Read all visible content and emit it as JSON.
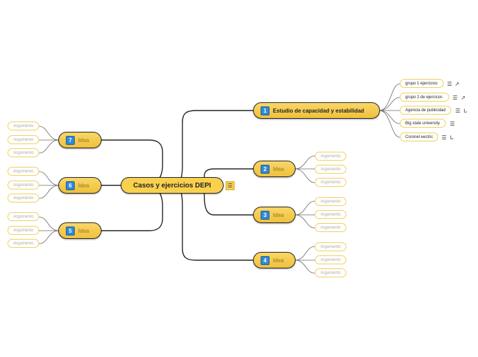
{
  "central": {
    "title": "Casos y ejercicios DEPI",
    "icon": "notes-icon"
  },
  "main_topics": [
    {
      "num": "1",
      "label": "Estudio de capacidad y estabilidad",
      "children": [
        {
          "label": "grupo 1 ejercicios",
          "icons": [
            "notes-icon",
            "external-link-icon"
          ]
        },
        {
          "label": "grupo 2 de ejercicos",
          "icons": [
            "notes-icon",
            "external-link-icon"
          ]
        },
        {
          "label": "Agencia de publicidad",
          "icons": [
            "notes-icon",
            "attachment-icon"
          ]
        },
        {
          "label": "Big state university",
          "icons": [
            "notes-icon"
          ]
        },
        {
          "label": "Coronel eectric",
          "icons": [
            "notes-icon",
            "attachment-icon"
          ]
        }
      ]
    },
    {
      "num": "2",
      "label": "Idea",
      "children": [
        "Argumento",
        "Argumento",
        "Argumento"
      ]
    },
    {
      "num": "3",
      "label": "Idea",
      "children": [
        "Argumento",
        "Argumento",
        "Argumento"
      ]
    },
    {
      "num": "4",
      "label": "Idea",
      "children": [
        "Argumento",
        "Argumento",
        "Argumento"
      ]
    },
    {
      "num": "5",
      "label": "Idea",
      "children": [
        "Argumento",
        "Argumento",
        "Argumento"
      ]
    },
    {
      "num": "6",
      "label": "Idea",
      "children": [
        "Argumento",
        "Argumento",
        "Argumento"
      ]
    },
    {
      "num": "7",
      "label": "Idea",
      "children": [
        "Argumento",
        "Argumento",
        "Argumento"
      ]
    }
  ],
  "colors": {
    "topic_fill": "#f9d14f",
    "badge": "#2f8ad9",
    "leaf_border": "#f3cf57",
    "line": "#222222"
  }
}
